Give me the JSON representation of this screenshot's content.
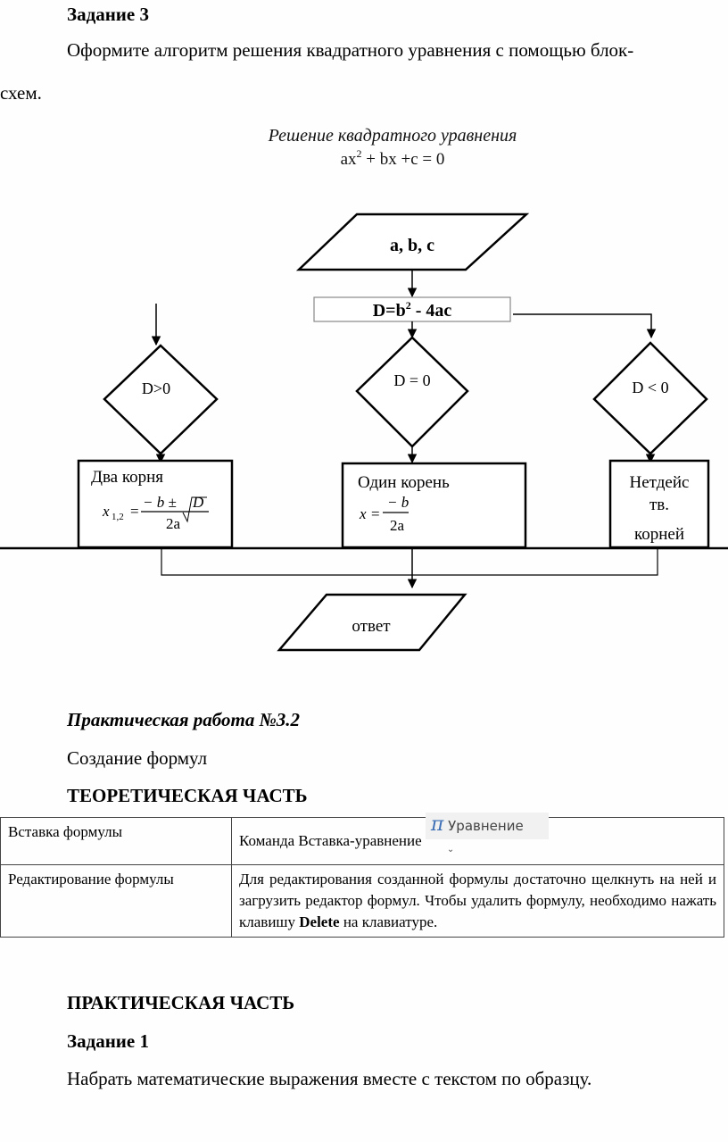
{
  "task3": {
    "heading": "Задание 3",
    "text_line1": "Оформите алгоритм решения квадратного уравнения с помощью блок-",
    "text_line2": "схем."
  },
  "flowchart": {
    "title": "Решение квадратного уравнения",
    "equation_base": "ax",
    "equation_exp": "2",
    "equation_rest": " + bx +c = 0",
    "input_block": "a, b, c",
    "process_base": "D=b",
    "process_exp": "2",
    "process_rest": " - 4ac",
    "decisions": [
      "D>0",
      "D = 0",
      "D < 0"
    ],
    "result_two": {
      "label": "Два  корня",
      "lhs": "x",
      "lhs_sub": "1,2",
      "numerator": "− b ±",
      "sqrt_arg": "D",
      "denominator": "2a"
    },
    "result_one": {
      "label": "Один  корень",
      "lhs": "x",
      "numerator": "− b",
      "denominator": "2a"
    },
    "result_none": [
      "Нетдейс",
      "тв.",
      "корней"
    ],
    "output_block": "ответ"
  },
  "practical": {
    "title": "Практическая работа №3.2",
    "subtitle": "Создание формул",
    "theory_heading": "ТЕОРЕТИЧЕСКАЯ ЧАСТЬ",
    "table": [
      {
        "name": "Вставка формулы",
        "desc": "Команда Вставка-уравнение",
        "button_label": "Уравнение"
      },
      {
        "name": "Редактирование формулы",
        "desc_before": "Для редактирования созданной формулы достаточно щелкнуть на ней и загрузить редактор формул. Чтобы удалить формулу, необходимо нажать клавишу ",
        "desc_bold": "Delete",
        "desc_after": "  на клавиатуре."
      }
    ],
    "practice_heading": "ПРАКТИЧЕСКАЯ ЧАСТЬ",
    "task1_heading": "Задание 1",
    "task1_text": "Набрать математические выражения вместе с текстом по образцу."
  }
}
